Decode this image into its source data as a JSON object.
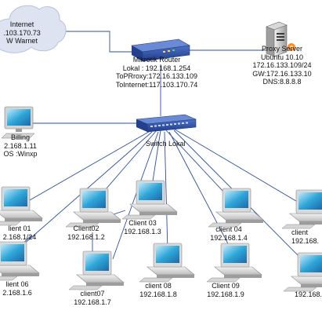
{
  "internet": {
    "line1": "Internet",
    "line2": ".103.170.73",
    "line3": "W Warnet"
  },
  "router": {
    "title": "Mikrotik Router",
    "lines": [
      "Lokal : 192.168.1.254",
      "ToPRroxy:172.16.133.109",
      "ToInternet:117.103.170.74"
    ]
  },
  "proxy": {
    "title": "Proxy Server",
    "lines": [
      "Ubuntu 10.10",
      "172.16.133.109/24",
      "GW:172.16.133.10",
      "DNS:8.8.8.8"
    ]
  },
  "billing": {
    "title": "Billing",
    "lines": [
      "2.168.1.11",
      "OS :Winxp"
    ]
  },
  "switch": {
    "label": "Switch Lokal"
  },
  "clients": [
    {
      "name": "lient 01",
      "ip": "2.168.1/24"
    },
    {
      "name": "Client02",
      "ip": "192.168.1.2"
    },
    {
      "name": "Client 03",
      "ip": "192.168.1.3"
    },
    {
      "name": "client 04",
      "ip": "192.168.1.4"
    },
    {
      "name": "client",
      "ip": "192.168."
    },
    {
      "name": "lient 06",
      "ip": "2.168.1.6"
    },
    {
      "name": "client07",
      "ip": "192.168.1.7"
    },
    {
      "name": "client 08",
      "ip": "192.168.1.8"
    },
    {
      "name": "Client 09",
      "ip": "192.168.1.9"
    },
    {
      "name": "",
      "ip": "192.168."
    }
  ],
  "colors": {
    "link": "#2f4f9a",
    "cloud": "#dde3f1",
    "device_blue": "#2b4ea8",
    "monitor_screen": "#2fa6d8"
  }
}
